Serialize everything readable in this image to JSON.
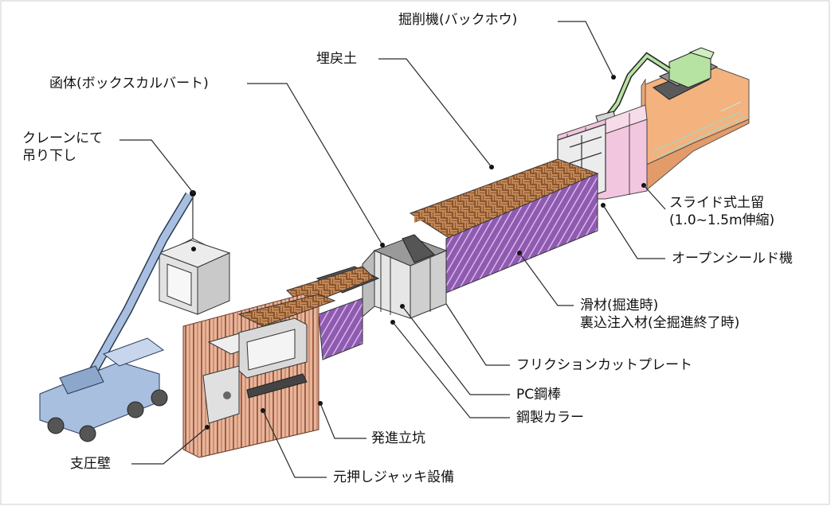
{
  "title": "",
  "labels": {
    "excavator": "掘削機(バックホウ)",
    "backfill": "埋戻土",
    "box_culvert": "函体(ボックスカルバート)",
    "crane_lowering": "クレーンにて\n吊り下し",
    "slide_shoring": "スライド式土留\n(1.0~1.5m伸縮)",
    "open_shield": "オープンシールド機",
    "lubricant": "滑材(掘進時)\n裏込注入材(全掘進終了時)",
    "friction_cut": "フリクションカットプレート",
    "pc_bar": "PC鋼棒",
    "steel_collar": "鋼製カラー",
    "launch_shaft": "発進立坑",
    "reaction_wall": "支圧壁",
    "jack_equipment": "元押しジャッキ設備"
  },
  "colors": {
    "soil_orange": "#f3b27e",
    "backfill_brown": "#8a5530",
    "slide_pink": "#f2c6de",
    "lubricant_purple": "#a46fc0",
    "crane_blue": "#a9bfe0",
    "excavator_green": "#b7e3a2",
    "box_grey": "#d9d9d9",
    "leader_line": "#2a2a2a"
  }
}
